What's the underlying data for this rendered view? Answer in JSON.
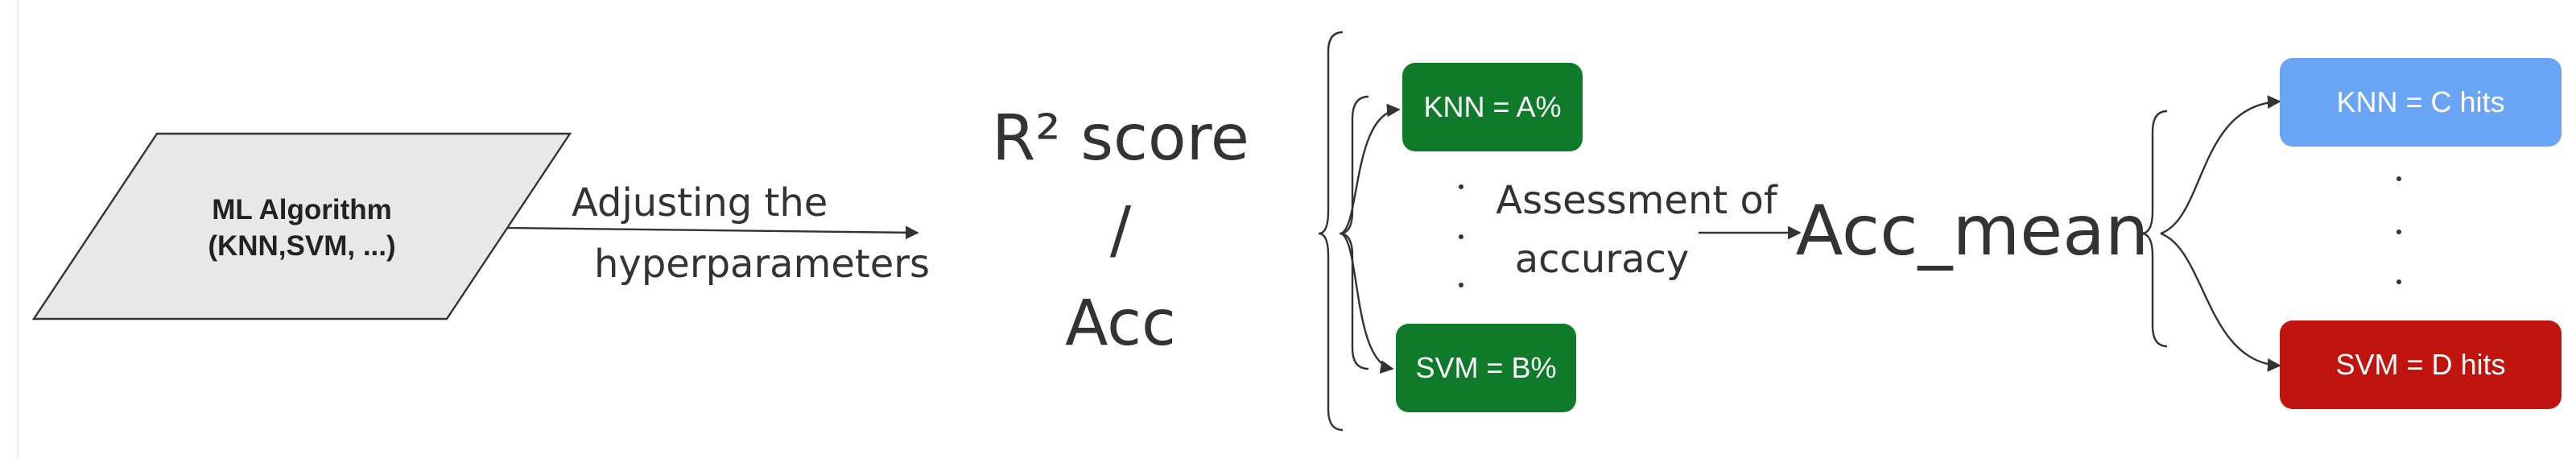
{
  "colors": {
    "parallelogram_fill": "#e8e8e8",
    "green": "#0e7a2a",
    "blue": "#6aa5f5",
    "red": "#c0140f",
    "text": "#333333",
    "line": "#333333"
  },
  "algorithm": {
    "line1": "ML Algorithm",
    "line2": "(KNN,SVM, ...)"
  },
  "adjusting": {
    "line1": "Adjusting the",
    "line2": "hyperparameters"
  },
  "score": {
    "line1": "R² score",
    "line2": "/",
    "line3": "Acc"
  },
  "results": {
    "knn": "KNN = A%",
    "svm": "SVM = B%"
  },
  "assessment": {
    "line1": "Assessment of",
    "line2": "accuracy"
  },
  "mean": "Acc_mean",
  "hits": {
    "knn": "KNN = C hits",
    "svm": "SVM = D hits"
  }
}
